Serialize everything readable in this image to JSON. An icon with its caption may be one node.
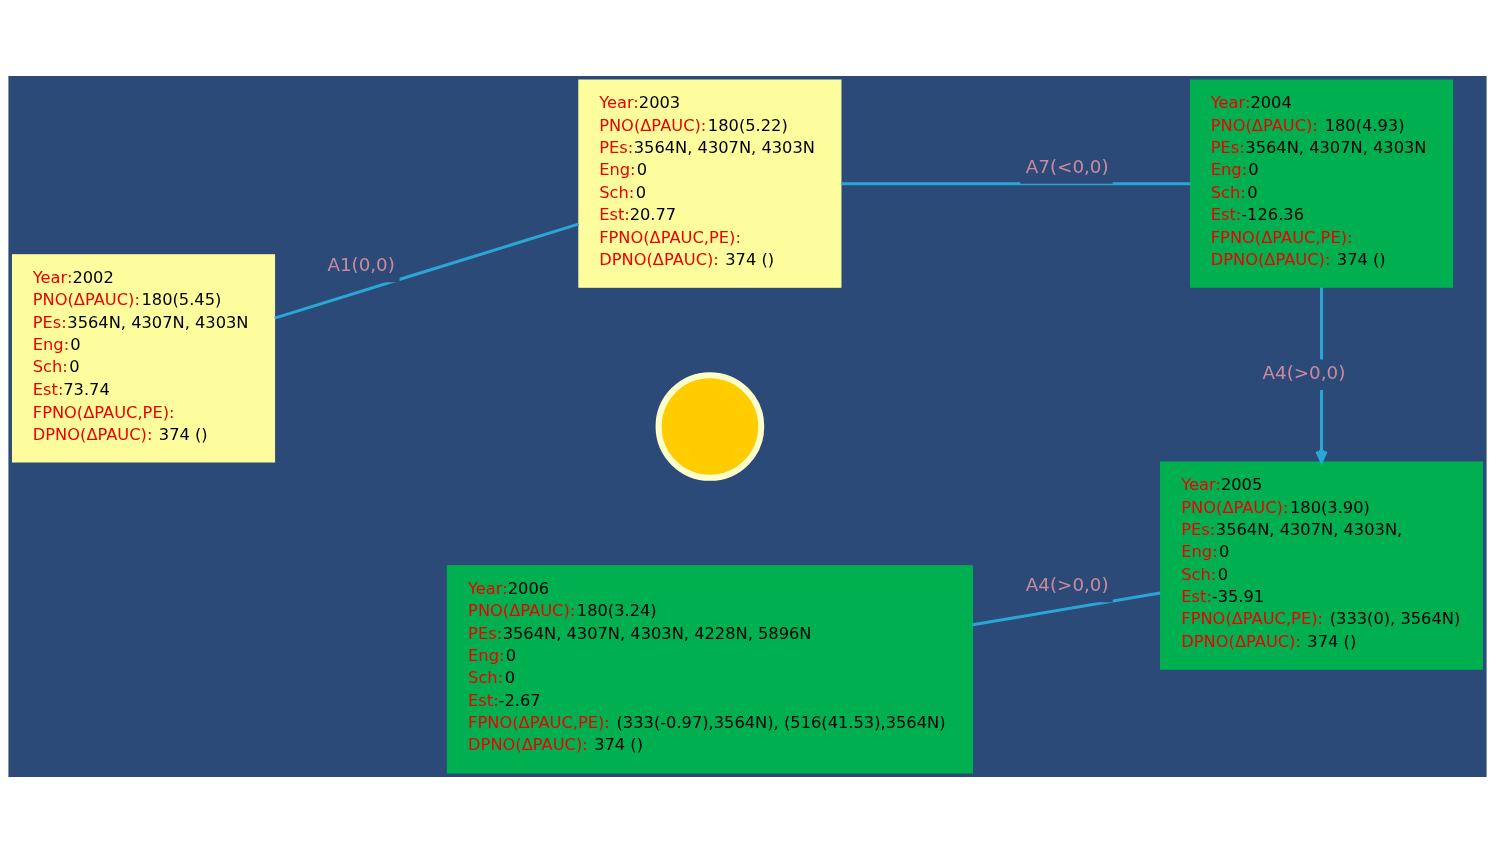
{
  "diagram": {
    "nodes": [
      {
        "text": [
          "Year:2002",
          "PNO(ΔPAUC):180(5.45)",
          "PEs:3564N, 4307N, 4303N",
          "Eng:0",
          "Sch:0",
          "Est:73.74",
          "FPNO(ΔPAUC,PE):",
          "DPNO(ΔPAUC): 374 ()"
        ]
      },
      {
        "text": [
          "Year:2003",
          "PNO(ΔPAUC):180(5.22)",
          "PEs:3564N, 4307N, 4303N",
          "Eng:0",
          "Sch:0",
          "Est:20.77",
          "FPNO(ΔPAUC,PE):",
          "DPNO(ΔPAUC): 374 ()"
        ]
      },
      {
        "text": [
          "Year:2004",
          "PNO(ΔPAUC): 180(4.93)",
          "PEs:3564N, 4307N, 4303N",
          "Eng:0",
          "Sch:0",
          "Est:-126.36",
          "FPNO(ΔPAUC,PE):",
          "DPNO(ΔPAUC): 374 ()"
        ]
      },
      {
        "text": [
          "Year:2006",
          "PNO(ΔPAUC):180(3.24)",
          "PEs:3564N, 4307N, 4303N, 4228N, 5896N",
          "Eng:0",
          "Sch:0",
          "Est:-2.67",
          "FPNO(ΔPAUC,PE): (333(-0.97),3564N), (516(41.53),3564N)",
          "DPNO(ΔPAUC): 374 ()"
        ]
      },
      {
        "text": [
          "Year:2005",
          "PNO(ΔPAUC):180(3.90)",
          "PEs:3564N, 4307N, 4303N,",
          "Eng:0",
          "Sch:0",
          "Est:-35.91",
          "FPNO(ΔPAUC,PE): (333(0), 3564N)",
          "DPNO(ΔPAUC): 374 ()"
        ]
      },
      {
        "text": [],
        "shape": "circle"
      }
    ],
    "edges": [
      {
        "from": 0,
        "to": 1,
        "arrow": "none",
        "label": "A1(0,0)"
      },
      {
        "from": 1,
        "to": 2,
        "arrow": "none",
        "label": "A7(<0,0)"
      },
      {
        "from": 2,
        "to": 4,
        "arrow": "to",
        "label": "A4(>0,0)"
      },
      {
        "from": 4,
        "to": 3,
        "arrow": "none",
        "label": "A4(>0,0)"
      }
    ]
  }
}
